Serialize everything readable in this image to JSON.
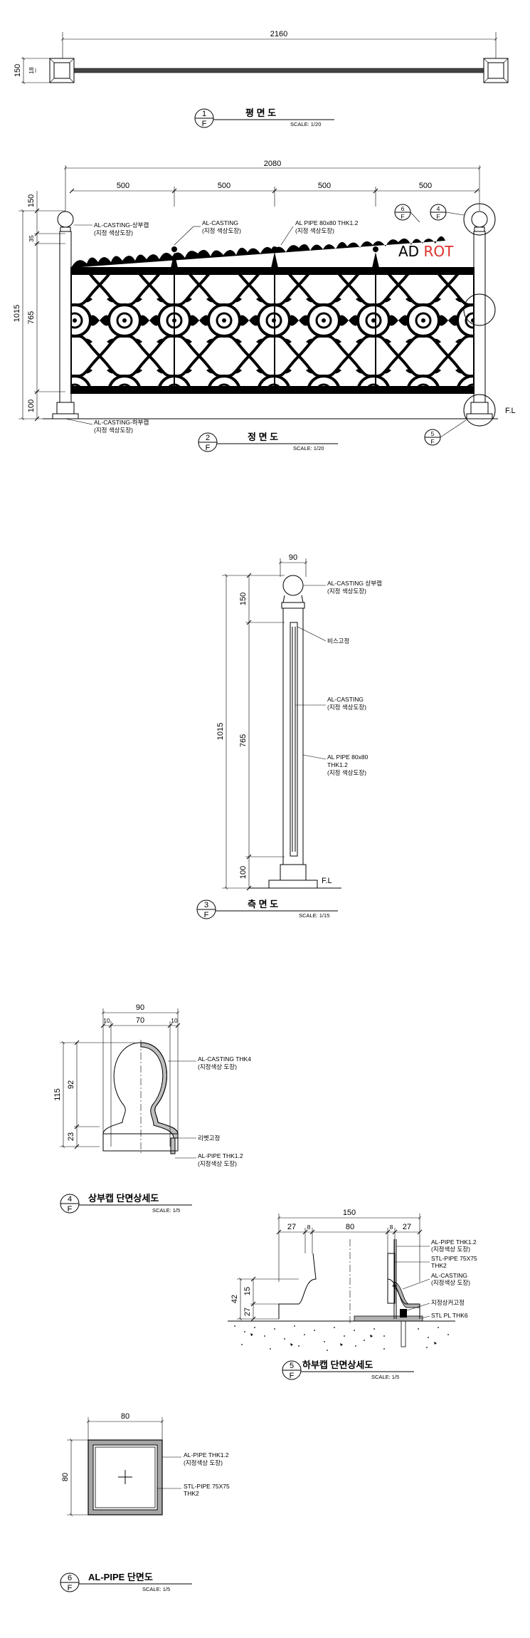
{
  "views": {
    "plan": {
      "dim_total": "2160",
      "dim_side": "150",
      "dim_small": "18",
      "bubble_num": "1",
      "bubble_sheet": "F",
      "title": "평 면 도",
      "scale": "SCALE: 1/20"
    },
    "elevation": {
      "dim_total": "2080",
      "dim_spans": [
        "500",
        "500",
        "500",
        "500"
      ],
      "dim_vertical": [
        "150",
        "35",
        "765",
        "100"
      ],
      "dim_overall": "1015",
      "callouts": {
        "cap": "AL-CASTING-상부캡",
        "cap_sub": "(지정 색상도장)",
        "casting": "AL-CASTING",
        "casting_sub": "(지정 색상도장)",
        "pipe": "AL PIPE 80x80 THK1.2",
        "pipe_sub": "(지정 색상도장)",
        "base": "AL-CASTING-하부캡",
        "base_sub": "(지정 색상도장)"
      },
      "watermark": "AD ROT",
      "refs": [
        {
          "num": "6",
          "sheet": "F"
        },
        {
          "num": "4",
          "sheet": "F"
        },
        {
          "num": "5",
          "sheet": "F"
        }
      ],
      "floor_label": "F.L",
      "bubble_num": "2",
      "bubble_sheet": "F",
      "title": "정 면 도",
      "scale": "SCALE: 1/20"
    },
    "side": {
      "dim_width": "90",
      "dim_vertical": [
        "150",
        "765",
        "100"
      ],
      "dim_overall": "1015",
      "callouts": {
        "cap": "AL-CASTING 상부캡",
        "cap_sub": "(지정 색상도장)",
        "screw": "비스고정",
        "casting": "AL-CASTING",
        "casting_sub": "(지정 색상도장)",
        "pipe": "AL PIPE 80x80",
        "pipe_thk": "THK1.2",
        "pipe_sub": "(지정 색상도장)"
      },
      "floor_label": "F.L",
      "bubble_num": "3",
      "bubble_sheet": "F",
      "title": "측 면 도",
      "scale": "SCALE: 1/15"
    },
    "cap_detail": {
      "dim_width": "90",
      "dim_parts": [
        "10",
        "70",
        "10"
      ],
      "dim_vertical": [
        "92",
        "23"
      ],
      "dim_overall": "115",
      "callouts": {
        "casting": "AL-CASTING THK4",
        "casting_sub": "(지정색상 도장)",
        "rivet": "리벳고정",
        "pipe": "AL-PIPE THK1.2",
        "pipe_sub": "(지정색상 도장)"
      },
      "bubble_num": "4",
      "bubble_sheet": "F",
      "title": "상부캡 단면상세도",
      "scale": "SCALE: 1/5"
    },
    "base_detail": {
      "dim_width": "150",
      "dim_parts": [
        "27",
        "8",
        "80",
        "8",
        "27"
      ],
      "dim_vertical": [
        "42",
        "27",
        "15"
      ],
      "callouts": {
        "pipe": "AL-PIPE THK1.2",
        "pipe_sub": "(지정색상 도장)",
        "stl": "STL-PIPE 75X75",
        "stl_thk": "THK2",
        "casting": "AL-CASTING",
        "casting_sub": "(지정색상 도장)",
        "anchor": "지정상커고정",
        "plate": "STL PL THK6"
      },
      "bubble_num": "5",
      "bubble_sheet": "F",
      "title": "하부캡 단면상세도",
      "scale": "SCALE: 1/5"
    },
    "pipe_section": {
      "dim_width": "80",
      "dim_height": "80",
      "callouts": {
        "pipe": "AL-PIPE THK1.2",
        "pipe_sub": "(지정색상 도장)",
        "stl": "STL-PIPE 75X75",
        "stl_thk": "THK2"
      },
      "bubble_num": "6",
      "bubble_sheet": "F",
      "title": "AL-PIPE 단면도",
      "scale": "SCALE: 1/5"
    }
  },
  "colors": {
    "ink": "#000000",
    "watermark": "#e0302a"
  }
}
